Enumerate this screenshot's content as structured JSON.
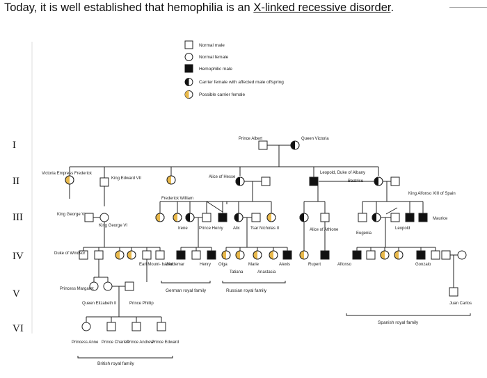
{
  "header": {
    "text_before": "Today, it is well established that hemophilia is an ",
    "link_text": "X-linked recessive disorder",
    "text_after": "."
  },
  "legend": {
    "normal_male": "Normal male",
    "normal_female": "Normal female",
    "hemophilic_male": "Hemophilic male",
    "carrier_female": "Carrier female with affected male offspring",
    "possible_carrier": "Possible carrier female"
  },
  "generations": [
    "I",
    "II",
    "III",
    "IV",
    "V",
    "VI"
  ],
  "people": {
    "prince_albert": "Prince Albert",
    "queen_victoria": "Queen Victoria",
    "victoria_empress": "Victoria Empress Frederick",
    "king_edward_vii": "King Edward VII",
    "alice_of_hesse": "Alice of Hesse",
    "leopold_duke": "Leopold, Duke of Albany",
    "beatrice": "Beatrice",
    "frederick_william": "Frederick William",
    "king_alfonso_xiii": "King Alfonso XIII of Spain",
    "king_george_v": "King George V",
    "king_george_vi": "King George VI",
    "irene": "Irene",
    "prince_henry": "Prince Henry",
    "alix": "Alix",
    "tsar_nicholas": "Tsar Nicholas II",
    "alice_of_athlone": "Alice of Athlone",
    "eugenia": "Eugenia",
    "leopold": "Leopold",
    "maurice": "Maurice",
    "duke_of_windsor": "Duke of Windsor",
    "earl_mountbatten": "Earl Mount- batten",
    "waldemar": "Waldemar",
    "henry": "Henry",
    "olga": "Olga",
    "marie": "Marie",
    "alexis": "Alexis",
    "tatiana": "Tatiana",
    "anastasia": "Anastasia",
    "rupert": "Rupert",
    "alfonso": "Alfonso",
    "gonzalo": "Gonzalo",
    "princess_margaret": "Princess Margaret",
    "queen_elizabeth_ii": "Queen Elizabeth II",
    "prince_philip": "Prince Phillip",
    "juan_carlos": "Juan Carlos",
    "princess_anne": "Princess Anne",
    "prince_charles": "Prince Charles",
    "prince_andrew": "Prince Andrew",
    "prince_edward": "Prince Edward"
  },
  "families": {
    "german": "German royal family",
    "russian": "Russian royal family",
    "spanish": "Spanish royal family",
    "british": "British royal family"
  },
  "colors": {
    "affected": "#111111",
    "possible_carrier": "#e8b84a",
    "line": "#222222"
  }
}
